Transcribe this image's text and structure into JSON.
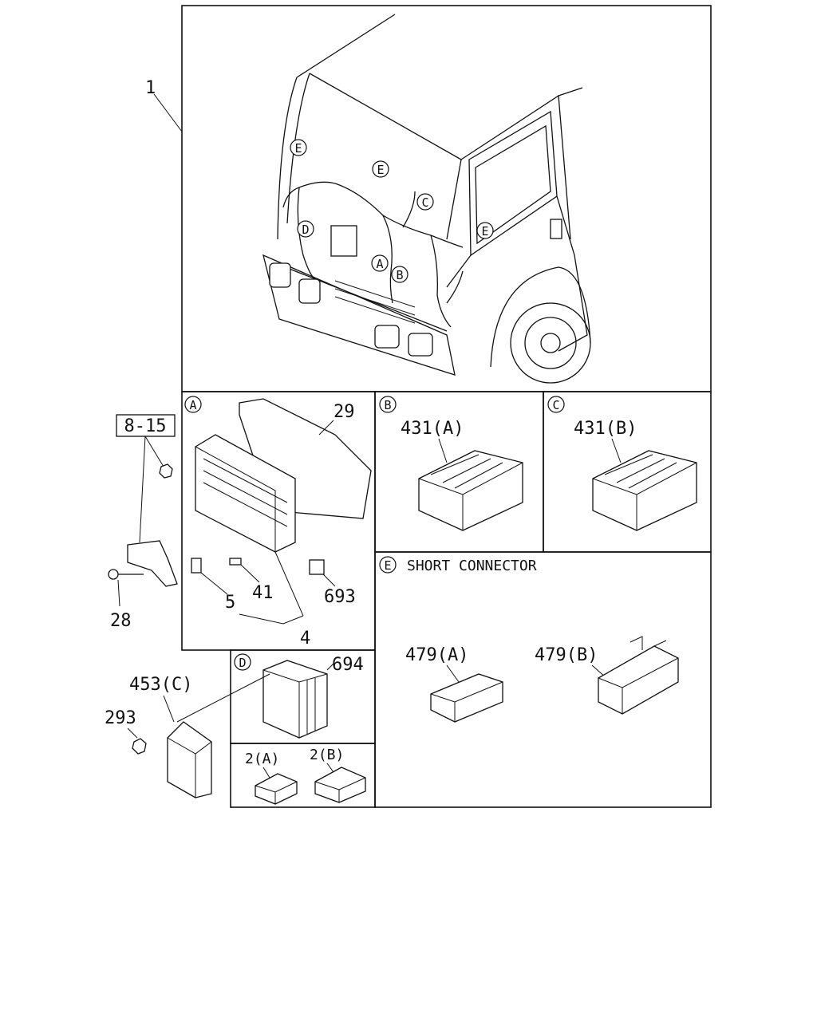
{
  "callouts": {
    "harness": "1",
    "bracket_ref": "8-15",
    "bolt": "28",
    "fuse_box": "4",
    "fuse": "5",
    "fuse_small": "41",
    "cover": "29",
    "relay_693": "693",
    "relay_694": "694",
    "ecu_453": "453(C)",
    "nut_293": "293",
    "relay_2a": "2(A)",
    "relay_2b": "2(B)",
    "conn_431a": "431(A)",
    "conn_431b": "431(B)",
    "conn_479a": "479(A)",
    "conn_479b": "479(B)"
  },
  "sections": {
    "a": "A",
    "b": "B",
    "c": "C",
    "d": "D",
    "e": "E",
    "e_title": "SHORT CONNECTOR"
  },
  "truck_markers": {
    "a": "A",
    "b": "B",
    "c": "C",
    "d": "D",
    "e1": "E",
    "e2": "E",
    "e3": "E"
  }
}
